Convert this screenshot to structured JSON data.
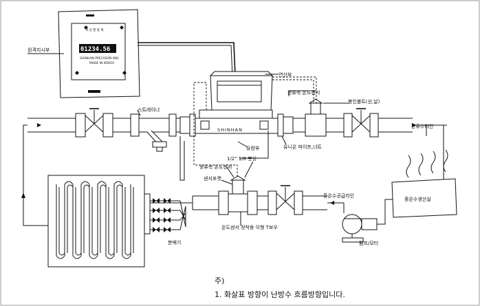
{
  "labels": {
    "remote_display": "원격지시부",
    "calculator": "연산부",
    "return_temp_sensor": "환류측 온도센서",
    "seal_bolt": "봉인볼트(선,날)",
    "strainer": "스트레이너",
    "return_line": "환류수라인",
    "flow_part": "유량부",
    "union_fitting": "유니온 파이프,너트",
    "supply_temp_sensor": "송류측 온도센서",
    "socket_spec": "1/2\" 1/8 붓싱",
    "sensor_pocket": "센서포켓",
    "hot_water_supply_line": "중온수공급라인",
    "hot_water_plant": "중온수생산실",
    "sensor_tee": "온도센서 정착용 이형 T보우",
    "distributor": "분배기",
    "pump_motor": "펌프/모터"
  },
  "display": {
    "title": "적 산 열 량 계",
    "reading": "01234.56",
    "brand": "SHINHAN PRECISION IND.",
    "sub": "MADE IN KOREA"
  },
  "meter": {
    "brand": "SHINHAN"
  },
  "notes": {
    "heading": "주)",
    "line1": "1. 화살표 방향이 난방수 흐름방향입니다."
  }
}
